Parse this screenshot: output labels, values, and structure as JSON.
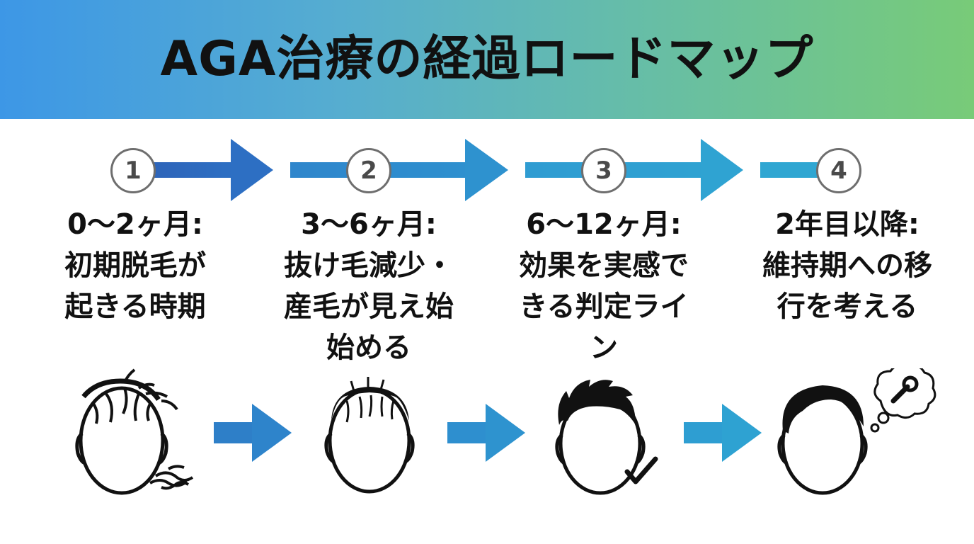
{
  "title": "AGA治療の経過ロードマップ",
  "colors": {
    "banner_start": "#3d97e6",
    "banner_end": "#78cb78",
    "arrow_dark": "#2a6fc0",
    "arrow_light": "#2e9fd0"
  },
  "steps": [
    {
      "number": "1",
      "period": "0〜2ヶ月:",
      "lines": [
        "初期脱毛が",
        "起きる時期"
      ],
      "icon": "thinning-hair-shedding-face-icon"
    },
    {
      "number": "2",
      "period": "3〜6ヶ月:",
      "lines": [
        "抜け毛減少・",
        "産毛が見え始",
        "始める"
      ],
      "icon": "new-hair-growth-face-icon"
    },
    {
      "number": "3",
      "period": "6〜12ヶ月:",
      "lines": [
        "効果を実感で",
        "きる判定ライ",
        "ン"
      ],
      "icon": "full-hair-check-face-icon"
    },
    {
      "number": "4",
      "period": "2年目以降:",
      "lines": [
        "維持期への移",
        "行を考える"
      ],
      "icon": "thinking-maintenance-face-icon"
    }
  ]
}
